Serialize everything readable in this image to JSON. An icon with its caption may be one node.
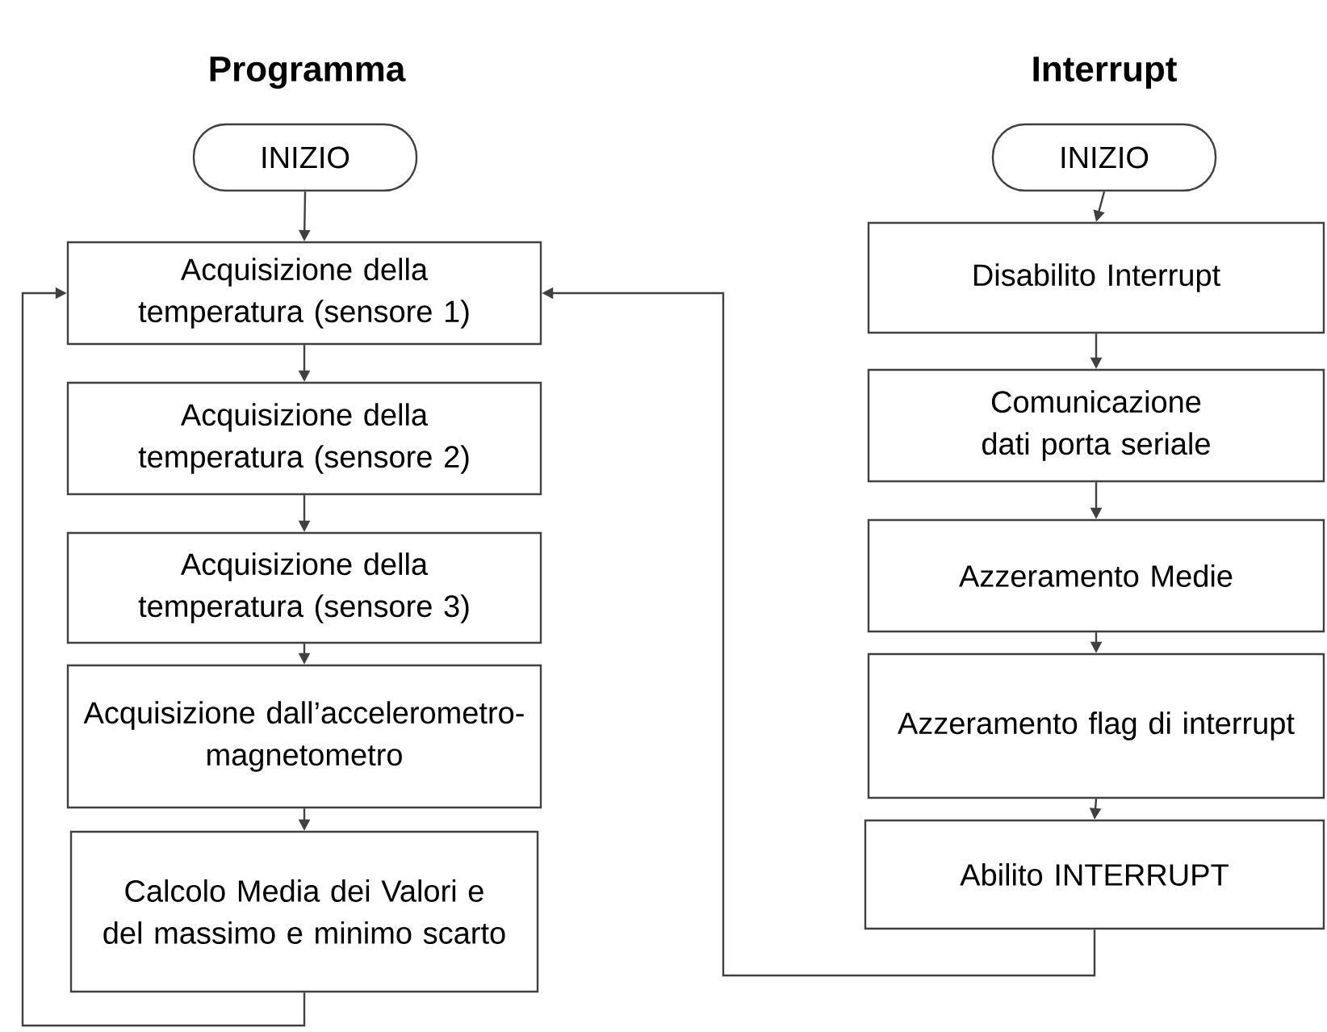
{
  "diagram": {
    "nodes": [
      {
        "text": [
          "INIZIO"
        ]
      },
      {
        "text": [
          "Acquisizione della temperatura (sensore 1)"
        ]
      },
      {
        "text": [
          "Acquisizione della temperatura (sensore 2)"
        ]
      },
      {
        "text": [
          "Acquisizione della temperatura (sensore 3)"
        ]
      },
      {
        "text": [
          "Acquisizione dall’accelerometro-magnetometro"
        ]
      },
      {
        "text": [
          "Calcolo Media dei Valori e del massimo e minimo scarto"
        ]
      },
      {
        "text": [
          "INIZIO"
        ]
      },
      {
        "text": [
          "Disabilito Interrupt"
        ]
      },
      {
        "text": [
          "Comunicazione dati porta seriale"
        ]
      },
      {
        "text": [
          "Azzeramento Medie"
        ]
      },
      {
        "text": [
          "Azzeramento flag di interrupt"
        ]
      },
      {
        "text": [
          "Abilito INTERRUPT"
        ]
      }
    ],
    "edges": [
      {
        "from": 0,
        "to": 1,
        "arrow": "to"
      },
      {
        "from": 1,
        "to": 2,
        "arrow": "to"
      },
      {
        "from": 2,
        "to": 3,
        "arrow": "to"
      },
      {
        "from": 3,
        "to": 4,
        "arrow": "to"
      },
      {
        "from": 4,
        "to": 5,
        "arrow": "to"
      },
      {
        "from": 5,
        "to": 1,
        "arrow": "to"
      },
      {
        "from": 6,
        "to": 7,
        "arrow": "to"
      },
      {
        "from": 7,
        "to": 8,
        "arrow": "to"
      },
      {
        "from": 8,
        "to": 9,
        "arrow": "to"
      },
      {
        "from": 9,
        "to": 10,
        "arrow": "to"
      },
      {
        "from": 10,
        "to": 11,
        "arrow": "to"
      },
      {
        "from": 11,
        "to": 1,
        "arrow": "to"
      }
    ],
    "labels": [
      "Programma",
      "Interrupt"
    ]
  }
}
